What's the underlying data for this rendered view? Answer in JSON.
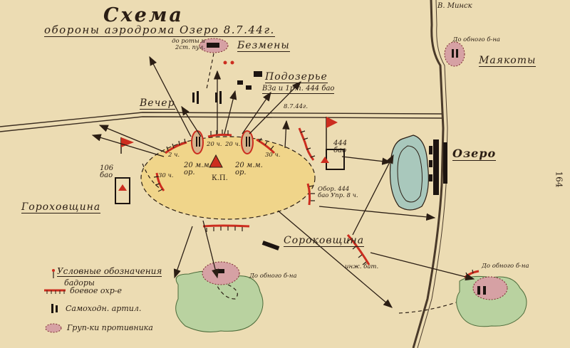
{
  "title": {
    "main": "Схема",
    "subtitle": "обороны аэродрома Озеро 8.7.44г."
  },
  "page_number": "164",
  "place_names": {
    "to_minsk": "В. Минск",
    "bezhenu": "Безмены",
    "podozerye": "Подозерье",
    "vecher": "Вечер",
    "ozero": "Озеро",
    "gorokhovshchina": "Гороховщина",
    "sorokovshchina": "Сороковщина",
    "maykoty": "Маякоты"
  },
  "annotations": {
    "company_enemy": "до роты и 2ст. пул.",
    "bza_444": "ВЗа и 1р.п. 444 бао",
    "date_small": "8.7.44г.",
    "battalion_444": "444 бао",
    "battalion_106": "106 бао",
    "zen_left": "20 м.м. ор.",
    "zen_right": "20 м.м. ор.",
    "kp": "К.П.",
    "sector_2ch": "2 ч.",
    "sector_20ch_a": "20 ч.",
    "sector_20ch_b": "20 ч.",
    "sector_30ch_a": "30 ч.",
    "sector_30ch_b": "30 ч.",
    "upr_444": "Обор. 444 бао Упр. 8 ч.",
    "eng_bat": "инж. бат.",
    "to_battalion_1": "До обного б-на",
    "to_battalion_2": "До обного б-на",
    "to_battalion_3": "До обного б-на"
  },
  "legend": {
    "title": "Условные обозначения",
    "items": [
      {
        "icon": "red-flag-icon",
        "label": "бадоры"
      },
      {
        "icon": "defense-line-icon",
        "label": "боевое охр-е"
      },
      {
        "icon": "sp-artillery-icon",
        "label": "Самоходн. артил."
      },
      {
        "icon": "enemy-group-icon",
        "label": "Груп-ки противника"
      }
    ]
  },
  "colors": {
    "paper": "#ecdcb3",
    "ink": "#2b1e14",
    "airfield": "#f0d58a",
    "red": "#cc2d1f",
    "forest": "#b9d2a0",
    "lake": "#a9c8bc",
    "enemy": "#d6a1a4"
  }
}
